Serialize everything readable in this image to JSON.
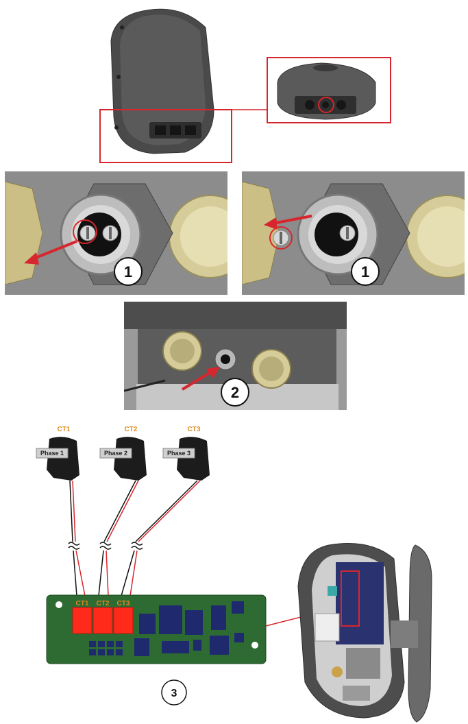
{
  "colors": {
    "highlight": "#d7262d",
    "ct_title": "#e08a1e",
    "pcb_green": "#2e6b33",
    "pcb_red": "#ff2a1a",
    "component_blue": "#1f2a6e",
    "device_grey": "#4a4a4a",
    "photo_bg": "#8a8a8a",
    "brass": "#d6cc9a"
  },
  "icons": [
    "arrow-icon",
    "circled-number",
    "tilde-break-icon"
  ],
  "steps": {
    "step1_left": "1",
    "step1_right": "1",
    "step2": "2",
    "step3": "3"
  },
  "cts": [
    {
      "title": "CT1",
      "phase": "Phase 1"
    },
    {
      "title": "CT2",
      "phase": "Phase 2"
    },
    {
      "title": "CT3",
      "phase": "Phase 3"
    }
  ],
  "pcb": {
    "labels": [
      "CT1",
      "CT2",
      "CT3"
    ]
  }
}
